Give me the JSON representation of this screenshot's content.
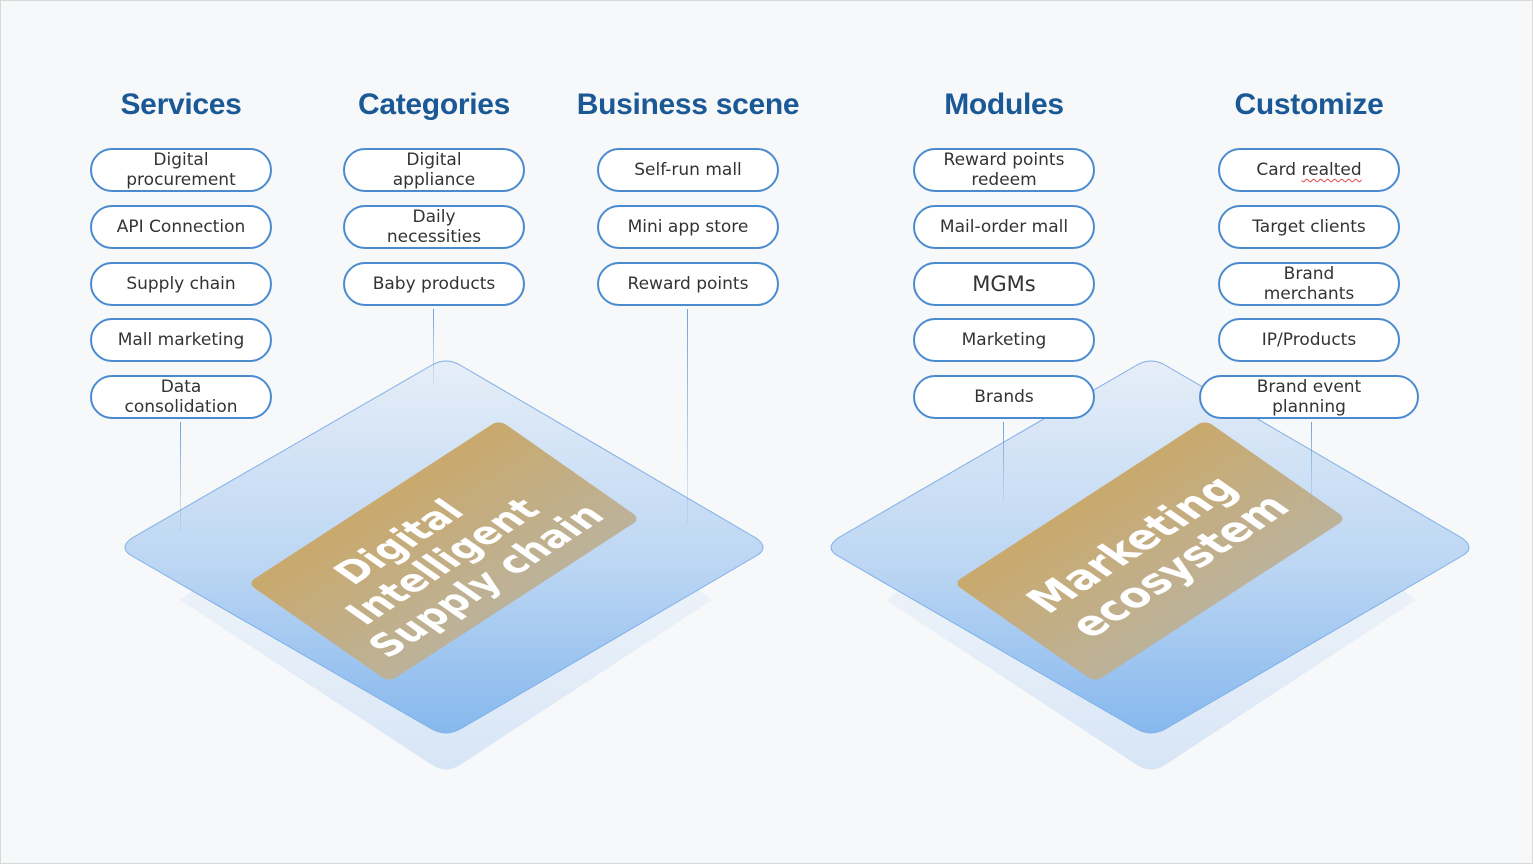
{
  "columns": [
    {
      "heading": "Services",
      "items": [
        "Digital\nprocurement",
        "API Connection",
        "Supply chain",
        "Mall marketing",
        "Data\nconsolidation"
      ]
    },
    {
      "heading": "Categories",
      "items": [
        "Digital\nappliance",
        "Daily\nnecessities",
        "Baby products"
      ]
    },
    {
      "heading": "Business scene",
      "items": [
        "Self-run mall",
        "Mini app store",
        "Reward points"
      ]
    },
    {
      "heading": "Modules",
      "items": [
        "Reward points\nredeem",
        "Mail-order mall",
        "MGMs",
        "Marketing",
        "Brands"
      ]
    },
    {
      "heading": "Customize",
      "items": [
        "Card realted",
        "Target clients",
        "Brand\nmerchants",
        "IP/Products",
        "Brand event\nplanning"
      ]
    }
  ],
  "platforms": [
    {
      "label_lines": [
        "Digital",
        "Intelligent",
        "Supply chain"
      ]
    },
    {
      "label_lines": [
        "Marketing",
        "ecosystem"
      ]
    }
  ],
  "colors": {
    "heading": "#1a5896",
    "pill_border": "#4a8bd0",
    "card_gold": "#c9a96c",
    "platform_blue": "#8fbcef"
  }
}
